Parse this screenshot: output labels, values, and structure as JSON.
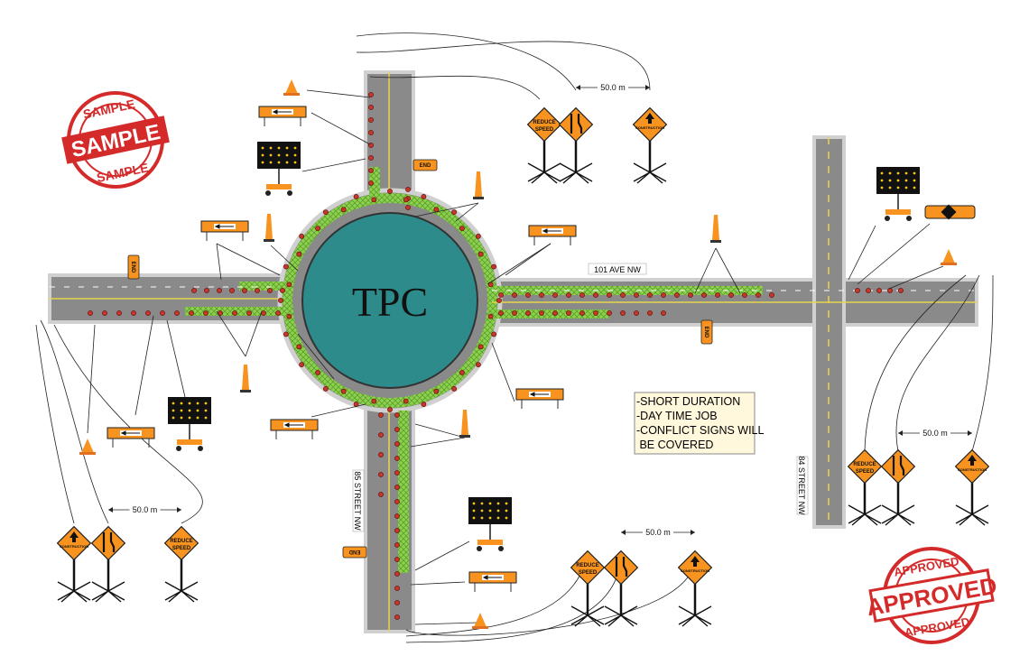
{
  "title_center": "TPC",
  "streets": {
    "east_avenue": "101 AVE NW",
    "south_street": "85 STREET NW",
    "east_street": "84 STREET NW"
  },
  "dimension_label": "50.0 m",
  "signs": {
    "reduce_speed_line1": "REDUCE",
    "reduce_speed_line2": "SPEED",
    "construction": "CONSTRUCTION",
    "end": "END"
  },
  "notes": {
    "lines": [
      "-SHORT DURATION",
      "-DAY TIME JOB",
      "-CONFLICT SIGNS WILL",
      " BE COVERED"
    ]
  },
  "stamps": {
    "sample": {
      "main": "SAMPLE",
      "ring_top": "SAMPLE",
      "ring_bottom": "SAMPLE"
    },
    "approved": {
      "main": "APPROVED",
      "ring_top": "APPROVED",
      "ring_bottom": "APPROVED"
    }
  },
  "colors": {
    "road": "#8a8a8a",
    "work_zone": "#8fd14f",
    "island": "#2e8b8b",
    "sign_orange": "#f7931e",
    "drum_red": "#c0392b",
    "stamp_red": "#d42a2a",
    "note_bg": "#fff8dc",
    "lane_yellow": "#e8d44d"
  }
}
